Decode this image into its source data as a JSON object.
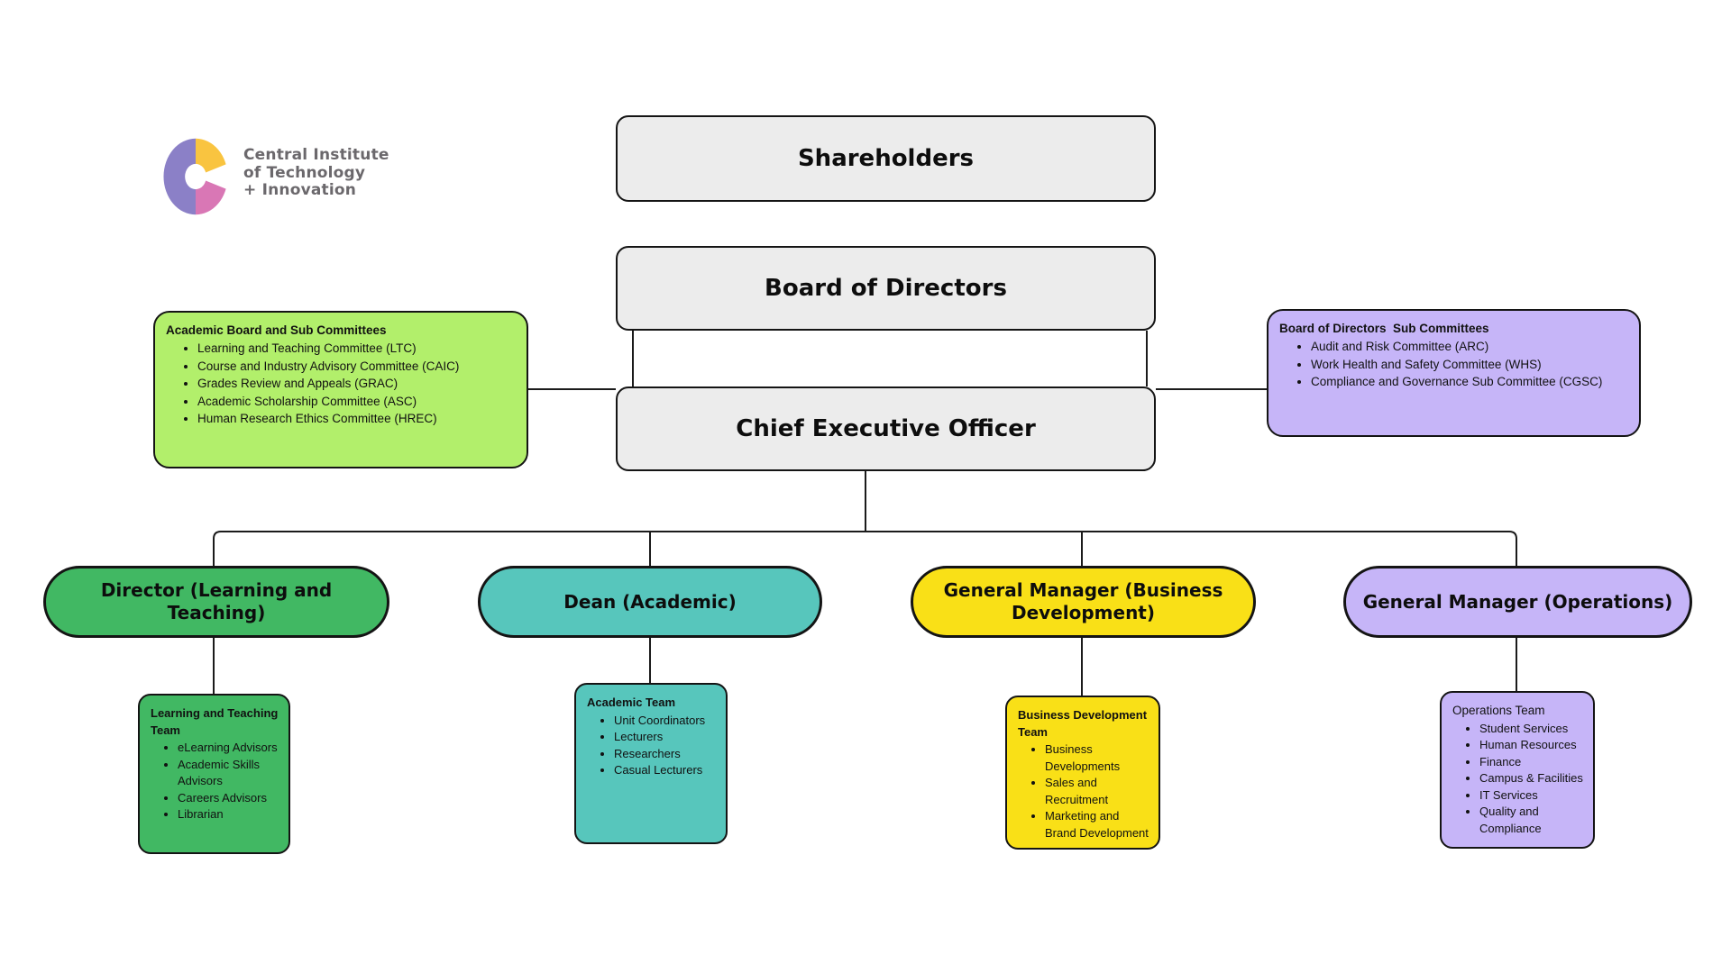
{
  "logo": {
    "lines": [
      "Central Institute",
      "of Technology",
      "+ Innovation"
    ],
    "mark_colors": {
      "purple": "#8b80c7",
      "yellow": "#f9c440",
      "pink": "#d977b5"
    },
    "text_color": "#6b686c"
  },
  "hierarchy": {
    "shareholders": "Shareholders",
    "board": "Board of Directors",
    "ceo": "Chief Executive Officer"
  },
  "committees": {
    "academic": {
      "title": "Academic Board and Sub Committees",
      "color": "#b2ef6b",
      "items": [
        "Learning and Teaching Committee (LTC)",
        "Course and Industry Advisory Committee (CAIC)",
        "Grades Review and Appeals (GRAC)",
        "Academic Scholarship Committee (ASC)",
        "Human Research Ethics Committee (HREC)"
      ]
    },
    "board_sub": {
      "title": "Board of Directors  Sub Committees",
      "color": "#c6b5f8",
      "items": [
        "Audit and Risk Committee (ARC)",
        "Work Health and Safety Committee (WHS)",
        "Compliance and Governance Sub Committee (CGSC)"
      ]
    }
  },
  "branches": [
    {
      "role": "Director (Learning and Teaching)",
      "color": "#41b863",
      "team_title": "Learning and Teaching Team",
      "team_items": [
        "eLearning Advisors",
        "Academic Skills Advisors",
        "Careers Advisors",
        "Librarian"
      ]
    },
    {
      "role": "Dean (Academic)",
      "color": "#57c6bc",
      "team_title": "Academic Team",
      "team_items": [
        "Unit Coordinators",
        "Lecturers",
        "Researchers",
        "Casual Lecturers"
      ]
    },
    {
      "role": "General Manager (Business Development)",
      "color": "#f9e017",
      "team_title": "Business Development Team",
      "team_items": [
        "Business Developments",
        "Sales and Recruitment",
        "Marketing and Brand Development"
      ]
    },
    {
      "role": "General Manager (Operations)",
      "color": "#c6b5f8",
      "team_title": "Operations Team",
      "team_items": [
        "Student Services",
        "Human Resources",
        "Finance",
        "Campus & Facilities",
        "IT Services",
        "Quality and Compliance"
      ]
    }
  ]
}
